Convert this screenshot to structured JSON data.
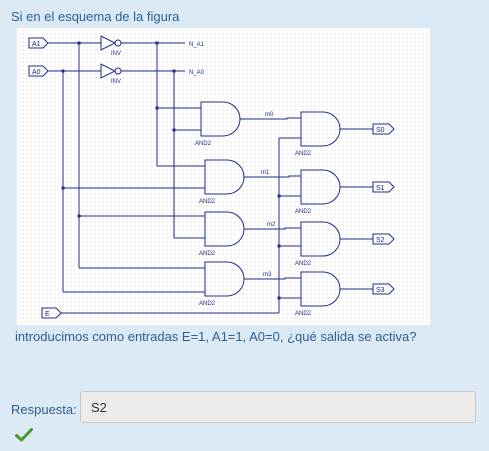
{
  "question": {
    "intro": "Si en el esquema de la figura",
    "continuation": "introducimos como entradas E=1, A1=1, A0=0, ¿qué salida se activa?"
  },
  "schematic": {
    "inputs": [
      "A1",
      "A0",
      "E"
    ],
    "inverters": [
      "INV",
      "INV"
    ],
    "inverter_outputs": [
      "N_A1",
      "N_A0"
    ],
    "and_gates_first_stage": [
      "AND2",
      "AND2",
      "AND2",
      "AND2"
    ],
    "and_gates_second_stage": [
      "AND2",
      "AND2",
      "AND2",
      "AND2"
    ],
    "nets": [
      "m0",
      "m1",
      "m2",
      "m3"
    ],
    "outputs": [
      "S0",
      "S1",
      "S2",
      "S3"
    ]
  },
  "answer": {
    "label": "Respuesta:",
    "value": "S2",
    "status": "correct"
  },
  "colors": {
    "background": "#dceaf6",
    "text": "#2c5f8f",
    "wire": "#1f2e8a",
    "check": "#4a9a2a"
  }
}
